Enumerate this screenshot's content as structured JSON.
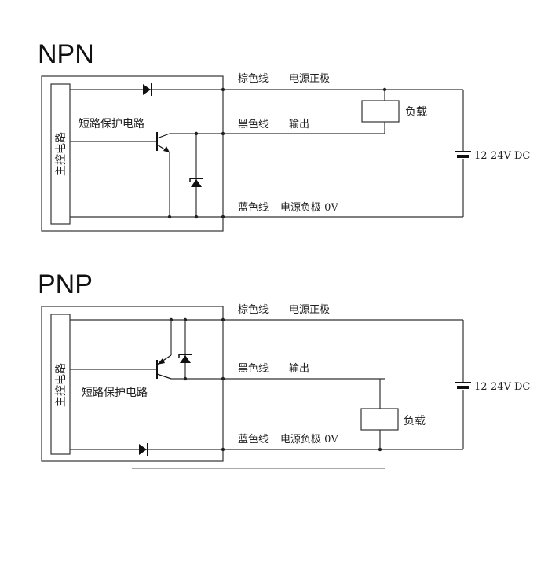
{
  "npn": {
    "title": "NPN",
    "main_circuit": "主控电路",
    "protection": "短路保护电路",
    "wire_brown": "棕色线",
    "wire_brown_role": "电源正极",
    "wire_black": "黑色线",
    "wire_black_role": "输出",
    "wire_blue": "蓝色线",
    "wire_blue_role": "电源负极 0V",
    "load": "负载",
    "supply": "12-24V DC"
  },
  "pnp": {
    "title": "PNP",
    "main_circuit": "主控电路",
    "protection": "短路保护电路",
    "wire_brown": "棕色线",
    "wire_brown_role": "电源正极",
    "wire_black": "黑色线",
    "wire_black_role": "输出",
    "wire_blue": "蓝色线",
    "wire_blue_role": "电源负极 0V",
    "load": "负载",
    "supply": "12-24V DC"
  }
}
